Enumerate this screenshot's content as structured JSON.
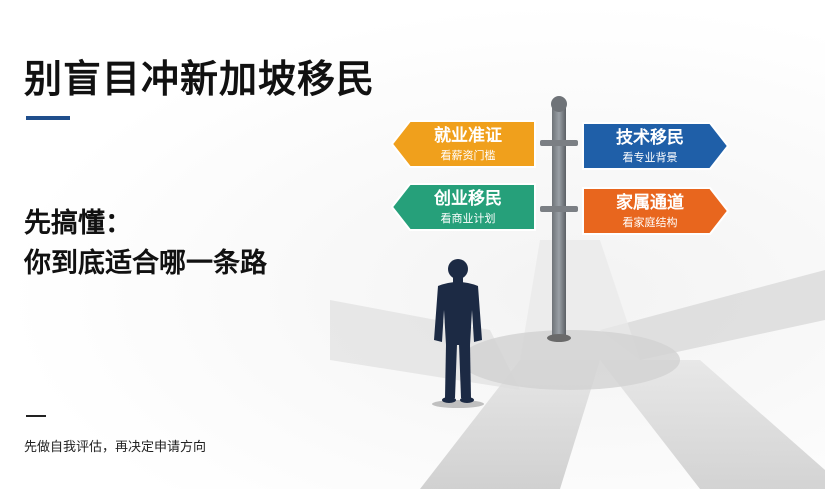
{
  "slide": {
    "title": "别盲目冲新加坡移民",
    "subhead_line1": "先搞懂：",
    "subhead_line2": "你到底适合哪一条路",
    "footnote": "先做自我评估，再决定申请方向"
  },
  "signs": [
    {
      "label": "就业准证",
      "sub": "看薪资门槛",
      "color": "#f0a01c"
    },
    {
      "label": "技术移民",
      "sub": "看专业背景",
      "color": "#1f5fa8"
    },
    {
      "label": "创业移民",
      "sub": "看商业计划",
      "color": "#26a07a"
    },
    {
      "label": "家属通道",
      "sub": "看家庭结构",
      "color": "#e8661e"
    }
  ]
}
